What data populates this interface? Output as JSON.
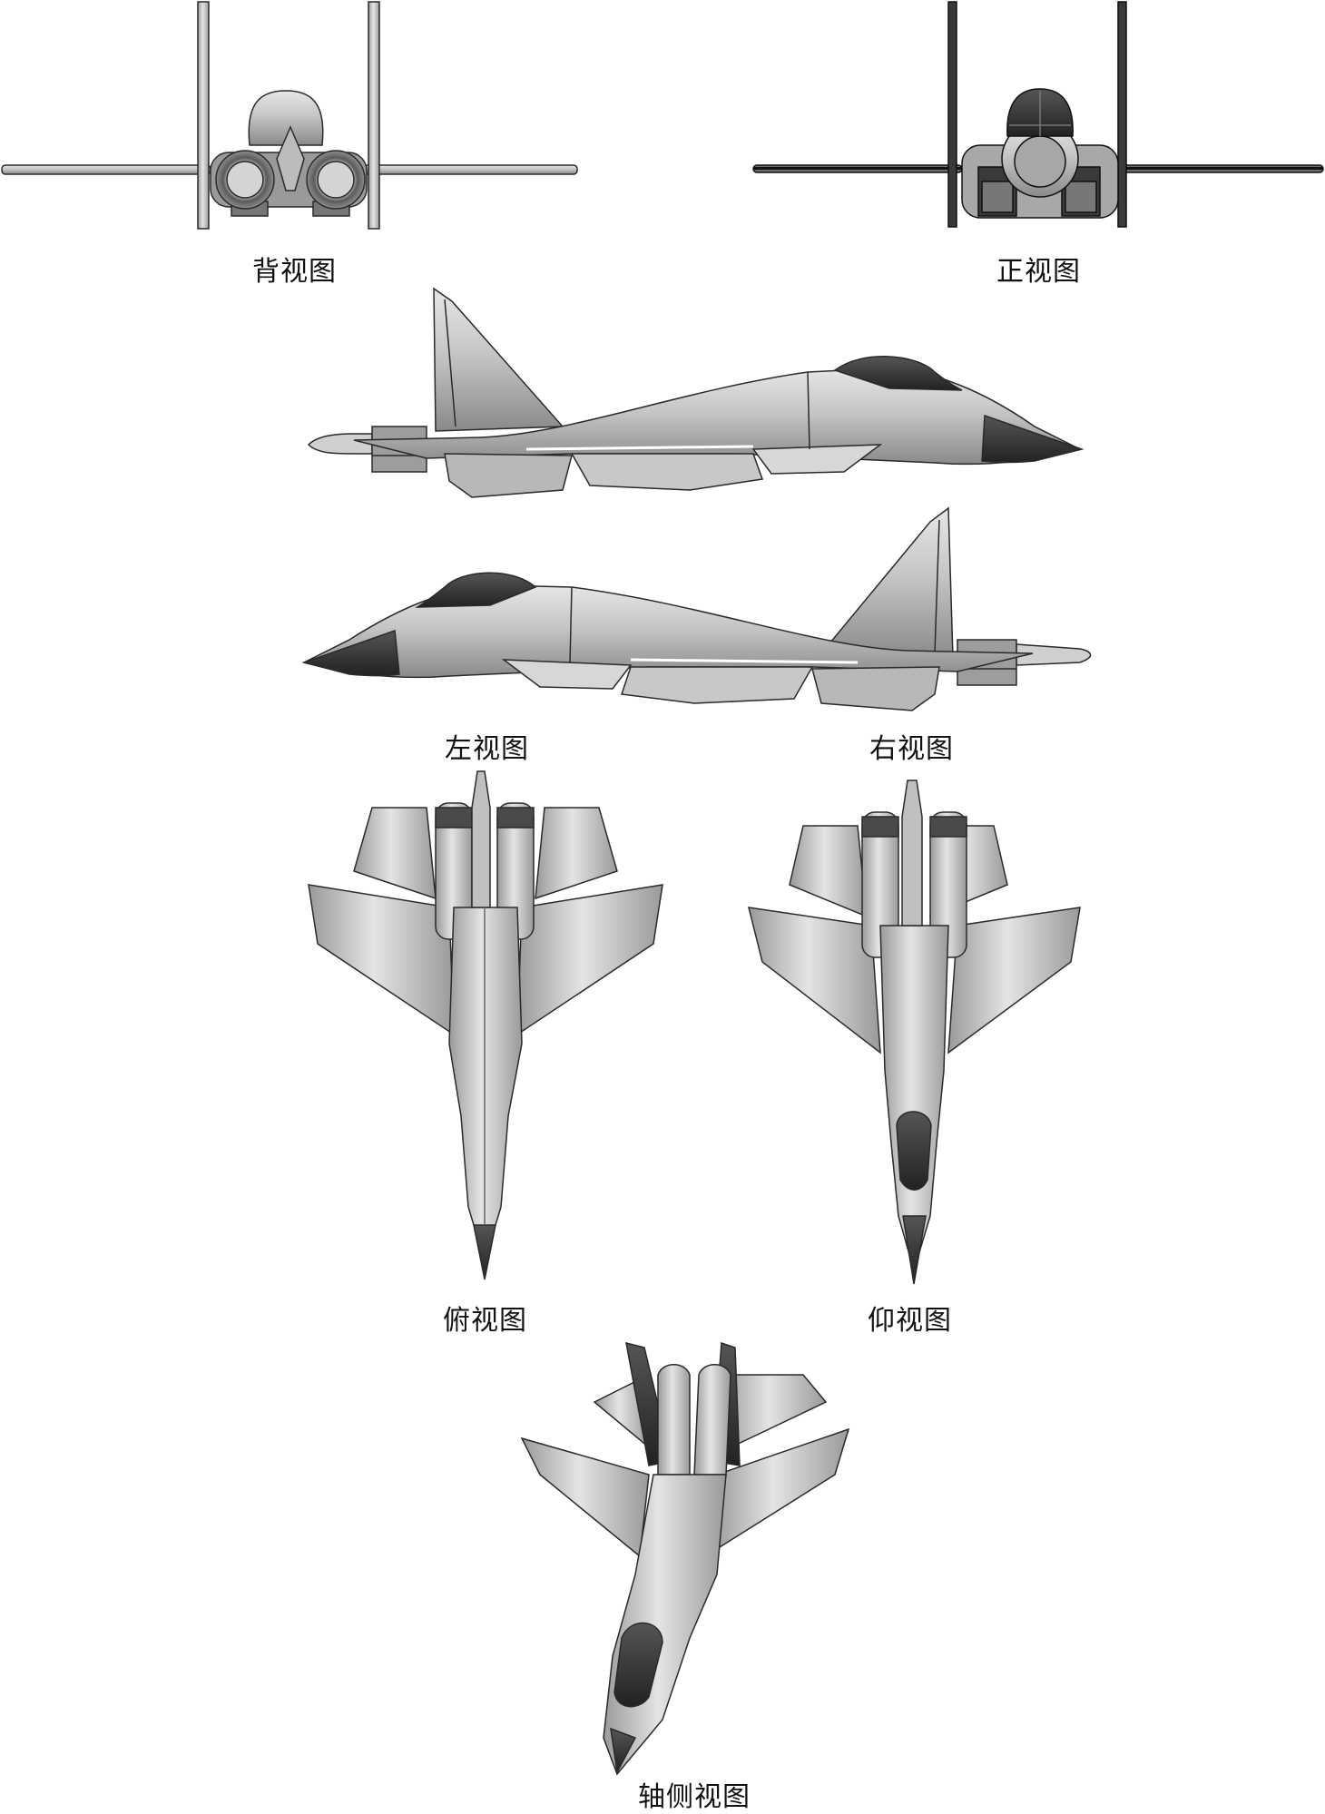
{
  "views": {
    "back": {
      "caption": "背视图"
    },
    "front": {
      "caption": "正视图"
    },
    "left": {
      "caption": "左视图"
    },
    "right": {
      "caption": "右视图"
    },
    "top": {
      "caption": "俯视图"
    },
    "bottom": {
      "caption": "仰视图"
    },
    "axonometric": {
      "caption": "轴侧视图"
    }
  },
  "colors": {
    "body": "#c4c4c4",
    "body_light": "#dedede",
    "body_dark": "#8e8e8e",
    "canopy": "#3c3c3c",
    "outline": "#2a2a2a"
  }
}
